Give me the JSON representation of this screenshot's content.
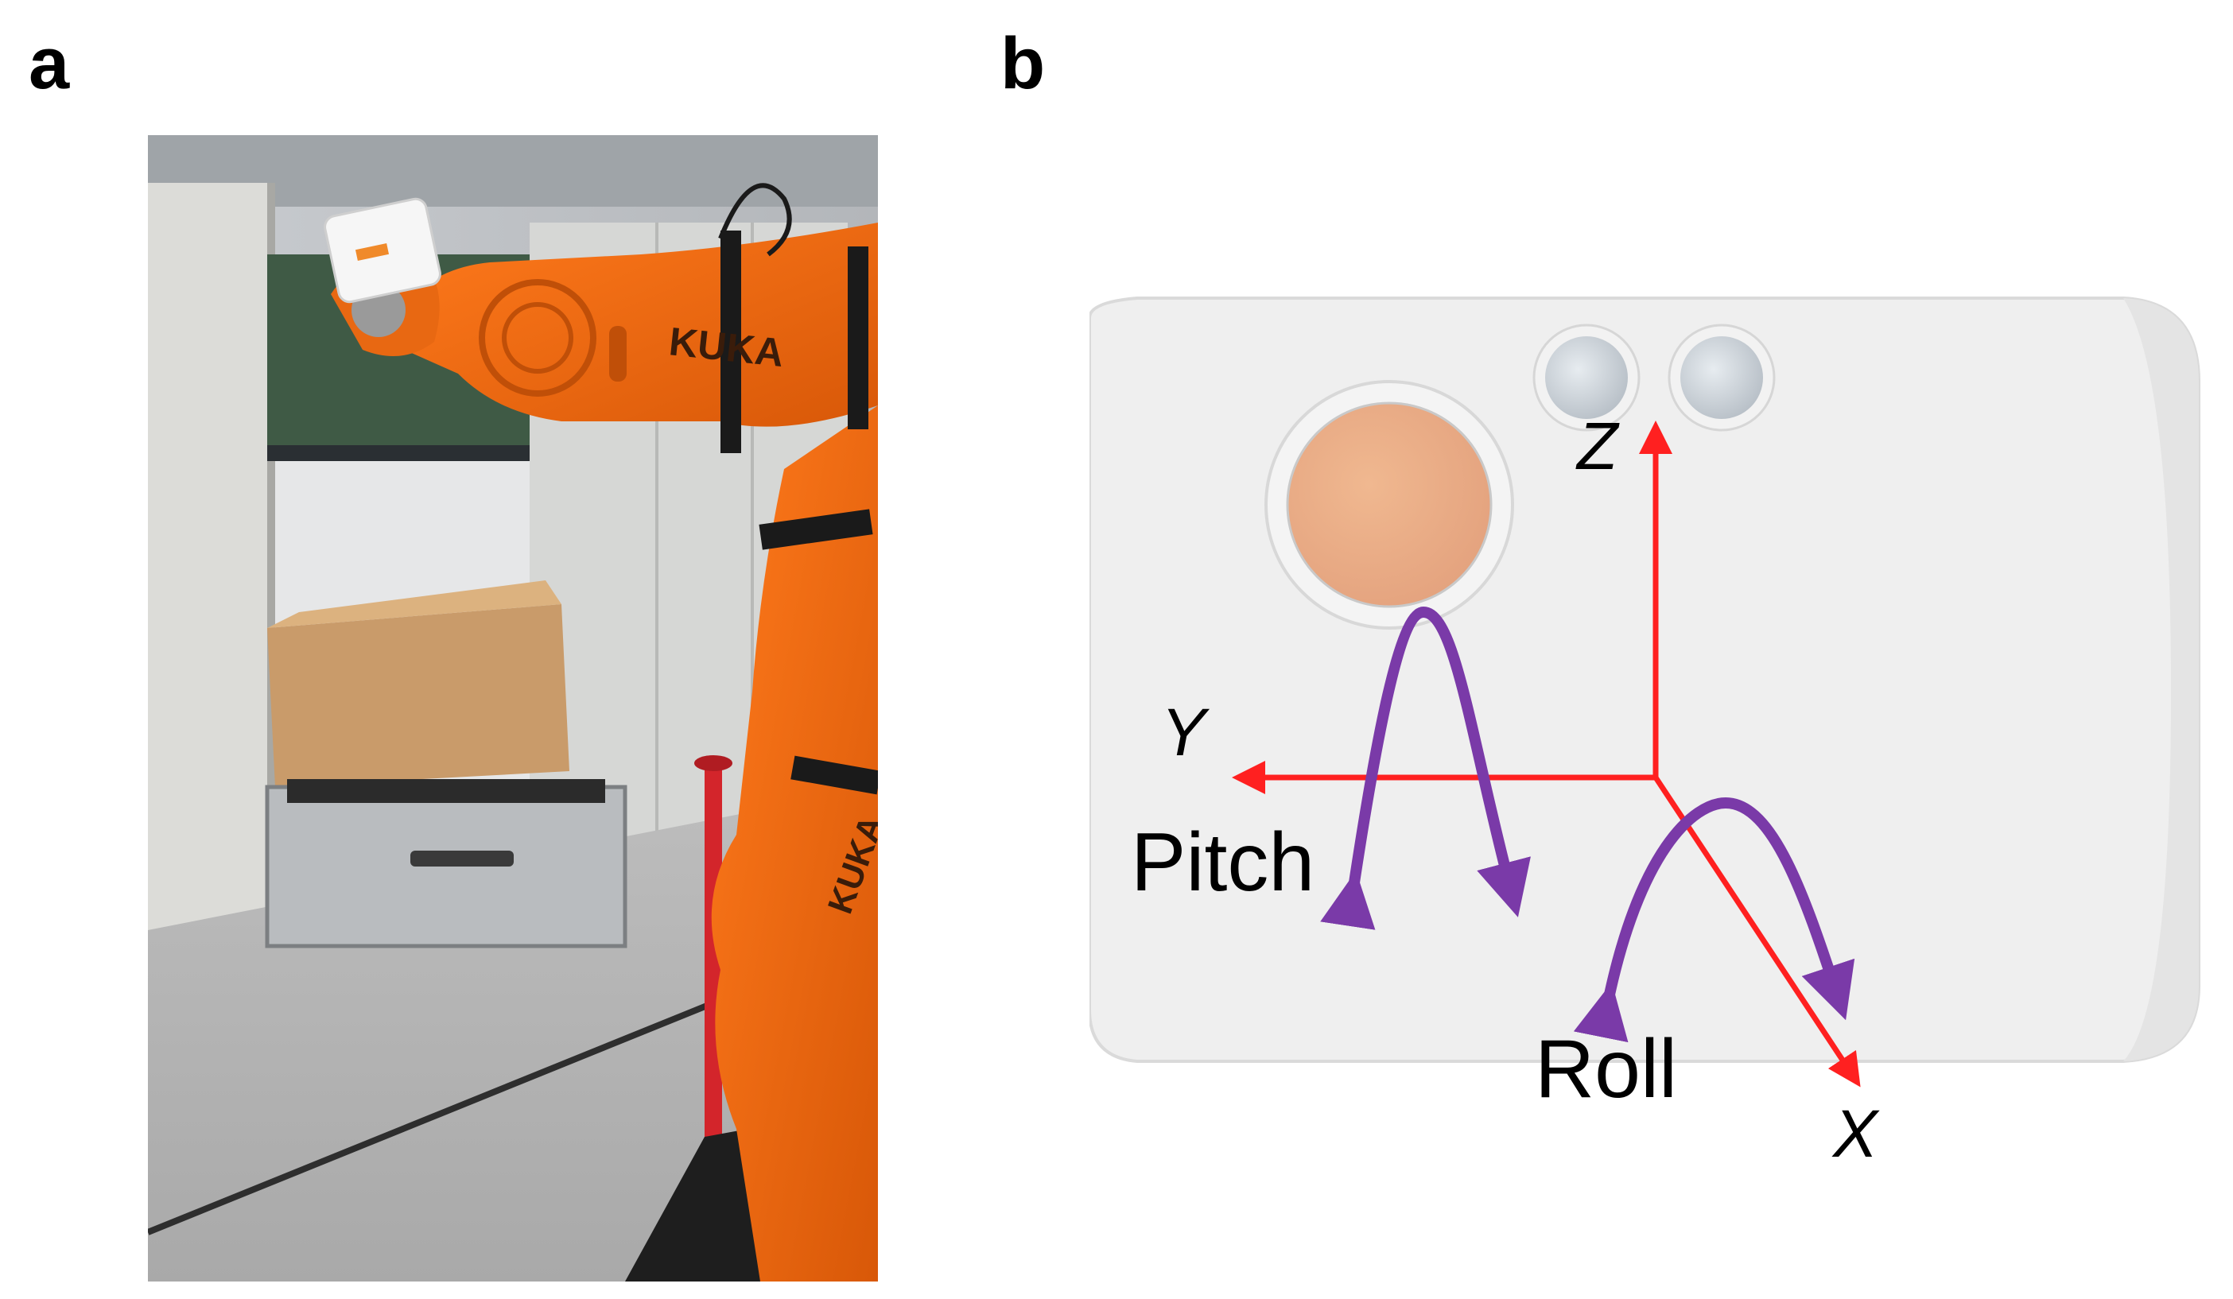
{
  "panels": {
    "a": {
      "letter": "a"
    },
    "b": {
      "letter": "b"
    }
  },
  "photo": {
    "robot_logo_arm": "KUKA",
    "robot_logo_base": "KUKA"
  },
  "device": {
    "axes": {
      "z": "Z",
      "y": "Y",
      "x": "X"
    },
    "rotations": {
      "pitch": "Pitch",
      "roll": "Roll"
    }
  },
  "colors": {
    "robot_orange": "#f06a12",
    "axis_red": "#ff2020",
    "rotation_purple": "#7a3aa8",
    "device_body": "#efefef",
    "sensor_pad": "#eeb38c"
  }
}
